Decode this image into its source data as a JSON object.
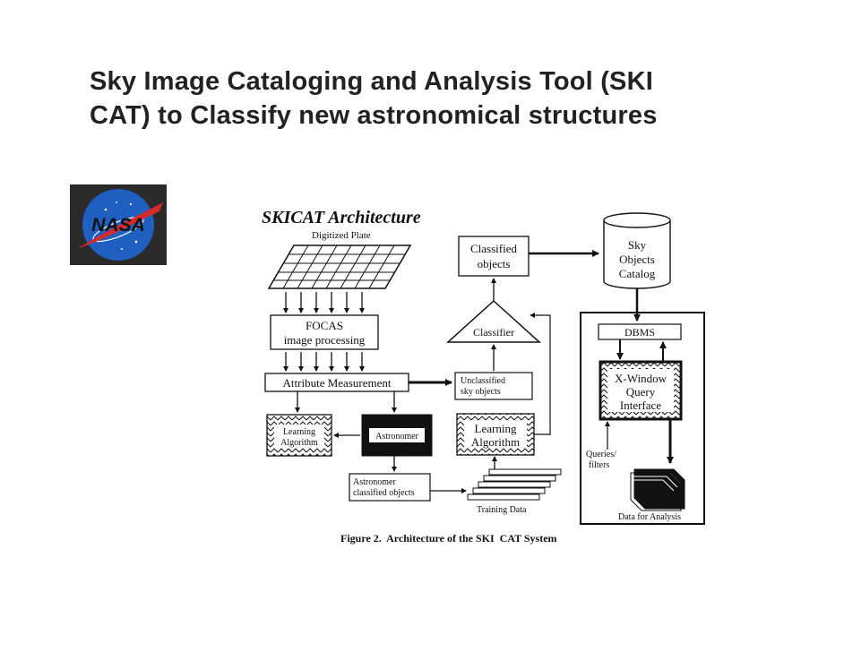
{
  "slide": {
    "title_line1": "Sky Image Cataloging and Analysis Tool (SKI",
    "title_line2": "CAT) to Classify new astronomical structures"
  },
  "logo": {
    "text": "NASA",
    "colors": {
      "background": "#2a2a2a",
      "circle": "#1f5fbf",
      "swoosh": "#d42a2a",
      "text": "#ffffff"
    }
  },
  "diagram": {
    "title": "SKICAT Architecture",
    "digitized_plate": "Digitized Plate",
    "focas_line1": "FOCAS",
    "focas_line2": "image processing",
    "attribute_measurement": "Attribute Measurement",
    "learning_algorithm_left_line1": "Learning",
    "learning_algorithm_left_line2": "Algorithm",
    "astronomer": "Astronomer",
    "classified_objects_line1": "Classified",
    "classified_objects_line2": "objects",
    "classifier": "Classifier",
    "unclassified_line1": "Unclassified",
    "unclassified_line2": "sky objects",
    "learning_algorithm_center_line1": "Learning",
    "learning_algorithm_center_line2": "Algorithm",
    "astronomer_classified_line1": "Astronomer",
    "astronomer_classified_line2": "classified objects",
    "training_data": "Training Data",
    "catalog_line1": "Sky",
    "catalog_line2": "Objects",
    "catalog_line3": "Catalog",
    "dbms": "DBMS",
    "xwindow_line1": "X-Window",
    "xwindow_line2": "Query",
    "xwindow_line3": "Interface",
    "queries_line1": "Queries/",
    "queries_line2": "filters",
    "data_for_analysis": "Data for Analysis",
    "caption": "Figure 2.  Architecture of the SKI  CAT System"
  }
}
